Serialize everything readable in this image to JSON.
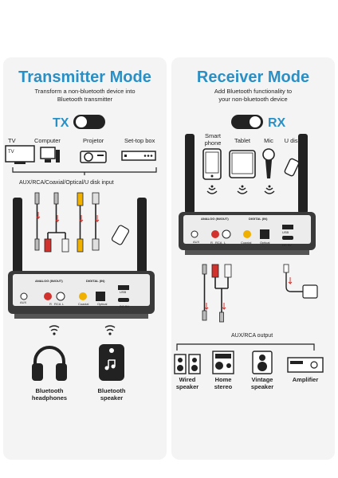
{
  "transmitter": {
    "title": "Transmitter Mode",
    "subtitle_line1": "Transform a non-bluetooth device into",
    "subtitle_line2": "Bluetooth transmitter",
    "mode_code": "TX",
    "devices": [
      "TV",
      "Computer",
      "Projetor",
      "Set-top box"
    ],
    "tv_screen_text": "TV",
    "input_label": "AUX/RCA/Coaxial/Optical/U disk input",
    "outputs": [
      {
        "line1": "Bluetooth",
        "line2": "headphones"
      },
      {
        "line1": "Bluetooth",
        "line2": "speaker"
      }
    ]
  },
  "receiver": {
    "title": "Receiver Mode",
    "subtitle_line1": "Add Bluetooth functionality to",
    "subtitle_line2": "your non-bluetooth device",
    "mode_code": "RX",
    "devices": [
      {
        "line1": "Smart",
        "line2": "phone"
      },
      {
        "line1": "Tablet",
        "line2": ""
      },
      {
        "line1": "Mic",
        "line2": ""
      },
      {
        "line1": "U disk",
        "line2": ""
      }
    ],
    "output_label": "AUX/RCA output",
    "outputs": [
      {
        "line1": "Wired",
        "line2": "speaker"
      },
      {
        "line1": "Home",
        "line2": "stereo"
      },
      {
        "line1": "Vintage",
        "line2": "speaker"
      },
      {
        "line1": "Amplifier",
        "line2": ""
      }
    ]
  },
  "device_panel": {
    "analog_label": "ANALOG (IN/OUT)",
    "digital_label": "DIGITAL (IN)",
    "aux": "AUX",
    "r": "R",
    "rca": "RCA",
    "l": "L",
    "coaxial": "Coaxial",
    "optical": "Optical",
    "usb": "USB",
    "dc": "DC 5V"
  },
  "colors": {
    "accent": "#2a8fc4",
    "dark": "#222222",
    "red": "#d2322d",
    "yellow": "#f0b000",
    "panel": "#f4f4f4"
  }
}
